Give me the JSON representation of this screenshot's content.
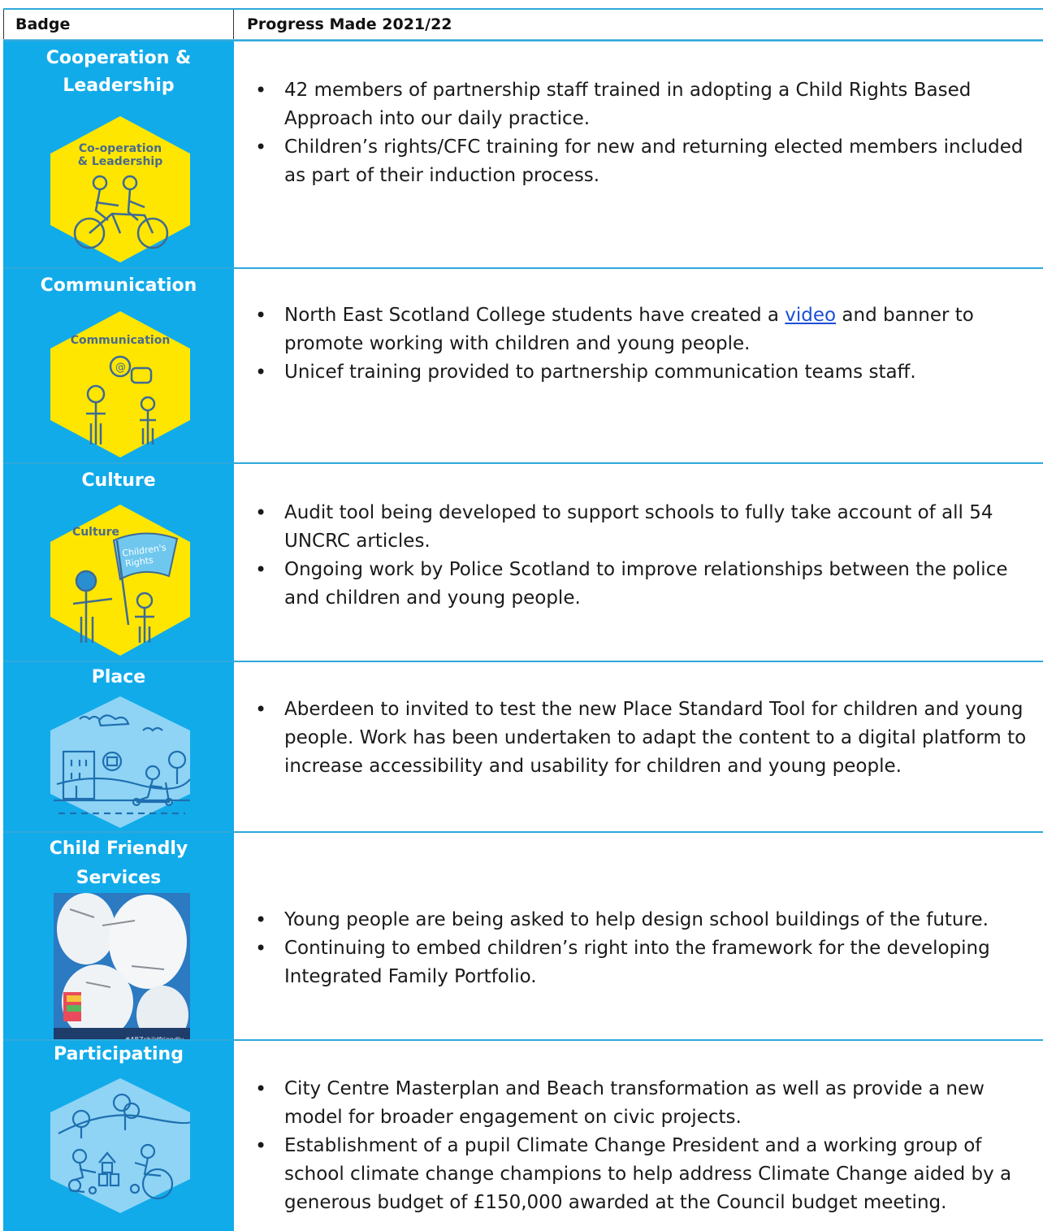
{
  "table": {
    "col_badge": "Badge",
    "col_progress": "Progress Made 2021/22",
    "rows": [
      {
        "badge": "Cooperation & Leadership",
        "badge_title_lines": [
          "Cooperation &",
          "Leadership"
        ],
        "hex_label_lines": [
          "Co-operation",
          "& Leadership"
        ],
        "hex_color": "#ffe600",
        "items": [
          "42 members of partnership staff trained in adopting a Child Rights Based Approach into our daily practice.",
          "Children’s rights/CFC training for new and returning elected members included as part of their induction process."
        ]
      },
      {
        "badge": "Communication",
        "badge_title_lines": [
          "Communication"
        ],
        "hex_label_lines": [
          "Communication"
        ],
        "hex_color": "#ffe600",
        "items_pre": "North East Scotland College students have created a ",
        "items_link": "video",
        "items_post": " and banner to promote working with children and young people.",
        "items": [
          "Unicef training provided to partnership communication teams staff."
        ]
      },
      {
        "badge": "Culture",
        "badge_title_lines": [
          "Culture"
        ],
        "hex_label_lines": [
          "Culture"
        ],
        "flag_text_lines": [
          "Children's",
          "Rights"
        ],
        "hex_color": "#ffe600",
        "items": [
          "Audit tool being developed to support schools to fully take account of all 54 UNCRC articles.",
          "Ongoing work by Police Scotland to improve relationships between the police and children and young people."
        ]
      },
      {
        "badge": "Place",
        "badge_title_lines": [
          "Place"
        ],
        "hex_color": "#8fd4f5",
        "items": [
          "Aberdeen to invited to test the new Place Standard Tool for children and young people. Work has been undertaken to adapt the content to a digital platform to increase accessibility and usability for children and young people."
        ]
      },
      {
        "badge": "Child Friendly Services",
        "badge_title_lines": [
          "Child Friendly",
          "Services"
        ],
        "photo_caption": "#ABZchildfriendly",
        "items": [
          "Young people are being asked to help design school buildings of the future.",
          "Continuing to embed children’s right into the framework for the developing Integrated Family Portfolio."
        ]
      },
      {
        "badge": "Participating",
        "badge_title_lines": [
          "Participating"
        ],
        "hex_color": "#8fd4f5",
        "items": [
          "City Centre Masterplan and Beach transformation as well as provide a new model for broader engagement on civic projects.",
          "Establishment of a pupil Climate Change President and a working group of school climate change champions to help address Climate Change aided by a generous budget of £150,000 awarded at the Council budget meeting."
        ]
      }
    ]
  },
  "colors": {
    "badge_column": "#12abea",
    "row_divider": "#2fa8dc",
    "hex_yellow": "#ffe600",
    "hex_light_blue": "#8fd4f5",
    "link": "#1a4fd6"
  }
}
